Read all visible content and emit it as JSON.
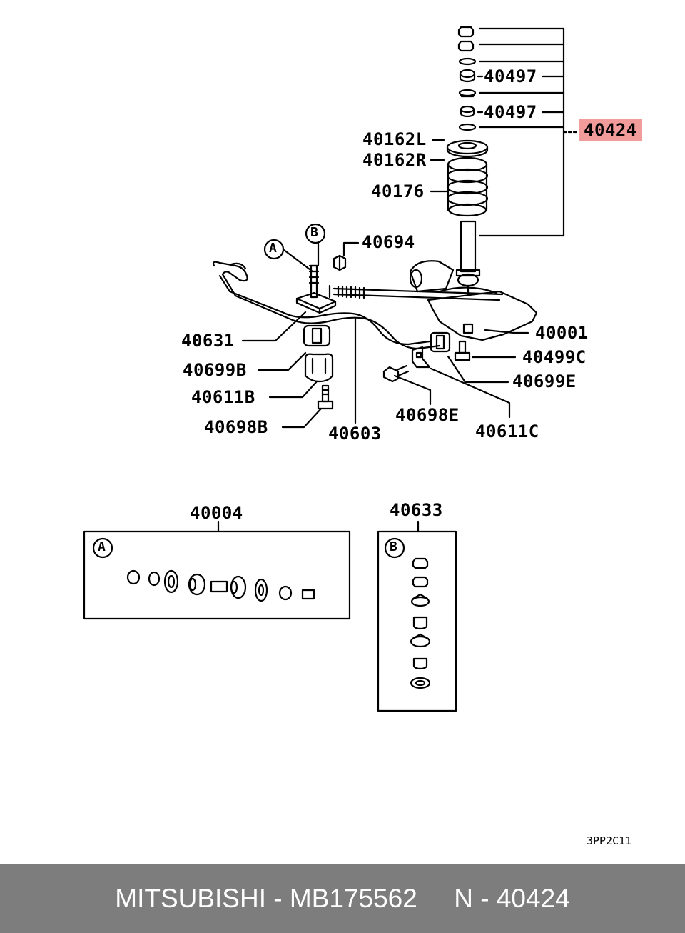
{
  "labels": {
    "p40497a": "40497",
    "p40497b": "40497",
    "p40424": "40424",
    "p40162L": "40162L",
    "p40162R": "40162R",
    "p40176": "40176",
    "p40694": "40694",
    "p40001": "40001",
    "p40499C": "40499C",
    "p40699E": "40699E",
    "p40631": "40631",
    "p40699B": "40699B",
    "p40611B": "40611B",
    "p40698B": "40698B",
    "p40698E": "40698E",
    "p40611C": "40611C",
    "p40603": "40603",
    "p40004": "40004",
    "p40633": "40633"
  },
  "callouts": {
    "A": "A",
    "B": "B",
    "A_box": "A",
    "B_box": "B"
  },
  "highlight_color": "#f19b9b",
  "drawing_code": "3PP2C11",
  "footer": {
    "text": "MITSUBISHI - MB175562     N - 40424"
  }
}
